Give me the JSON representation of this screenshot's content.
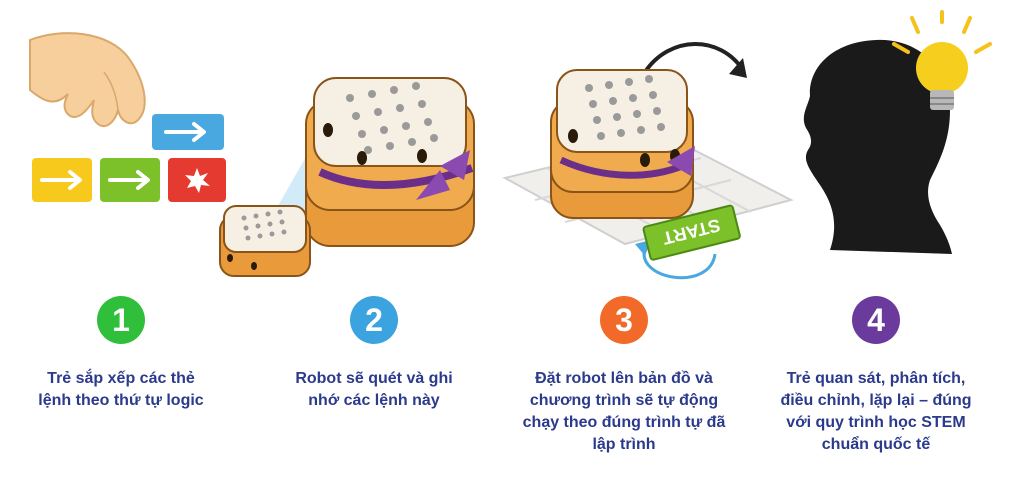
{
  "steps": [
    {
      "number": "1",
      "color": "#2fbf3a",
      "caption": "Trẻ sắp xếp các thẻ lệnh theo thứ tự logic"
    },
    {
      "number": "2",
      "color": "#3aa3e0",
      "caption": "Robot sẽ quét và ghi nhớ các lệnh này"
    },
    {
      "number": "3",
      "color": "#f26a2a",
      "caption": "Đặt robot lên bản đồ và chương trình sẽ tự động chạy theo đúng trình tự đã lập trình"
    },
    {
      "number": "4",
      "color": "#6a3a9c",
      "caption": "Trẻ quan sát, phân tích, điều chỉnh, lặp lại – đúng với quy trình học STEM chuẩn quốc tế"
    }
  ],
  "start_card": {
    "label": "START"
  },
  "icons": [
    "hand-icon",
    "arrow-card-icon",
    "star-card-icon",
    "robot-icon",
    "map-icon",
    "child-head-icon",
    "lightbulb-icon"
  ]
}
